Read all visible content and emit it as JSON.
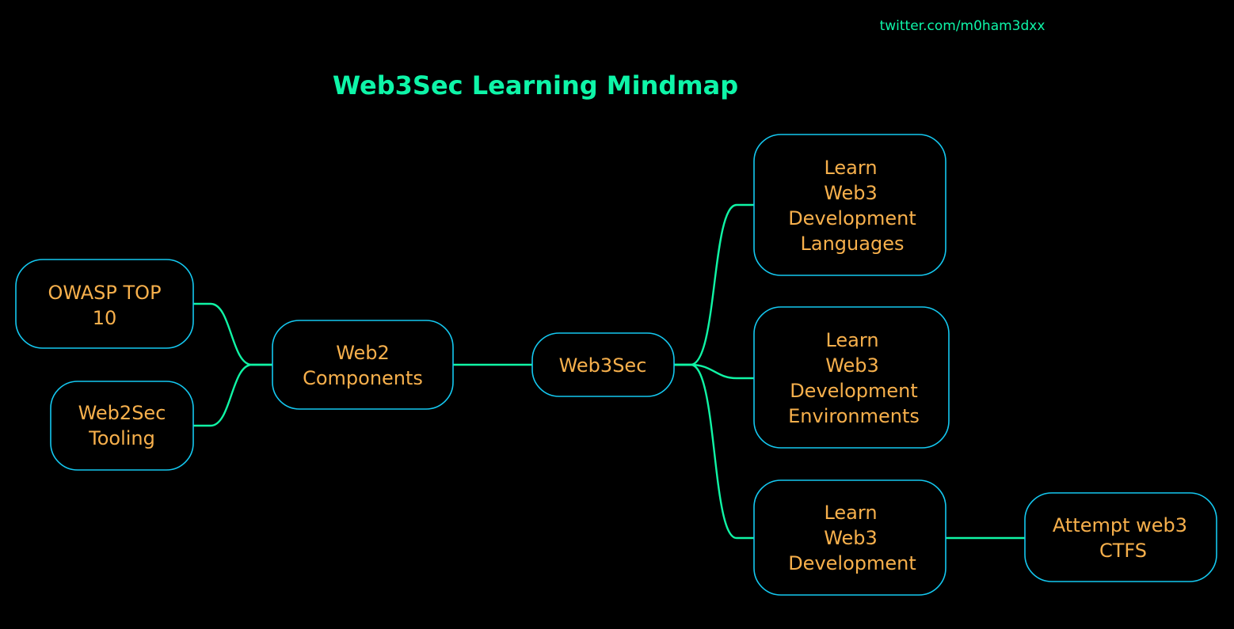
{
  "credit": "twitter.com/m0ham3dxx",
  "title": "Web3Sec Learning Mindmap",
  "colors": {
    "background": "#000000",
    "node_border": "#14c8f0",
    "node_text": "#f7b04c",
    "edge": "#10f5a5",
    "title": "#0ef5a8"
  },
  "nodes": {
    "owasp": [
      "OWASP TOP",
      "10"
    ],
    "web2sec": [
      "Web2Sec",
      "Tooling"
    ],
    "web2": [
      "Web2",
      "Components"
    ],
    "root": [
      "Web3Sec"
    ],
    "languages": [
      "Learn",
      "Web3",
      "Development",
      "Languages"
    ],
    "environments": [
      "Learn",
      "Web3",
      "Development",
      "Environments"
    ],
    "development": [
      "Learn",
      "Web3",
      "Development"
    ],
    "ctfs": [
      "Attempt web3",
      "CTFS"
    ]
  }
}
